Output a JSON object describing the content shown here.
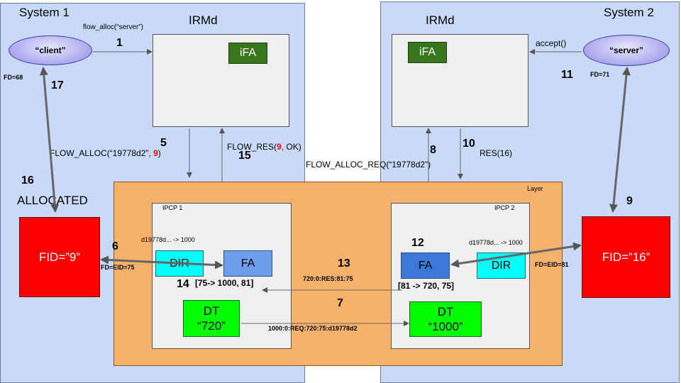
{
  "system1": {
    "title": "System 1"
  },
  "system2": {
    "title": "System 2"
  },
  "irmd_left": {
    "title": "IRMd",
    "ifa": "iFA"
  },
  "irmd_right": {
    "title": "IRMd",
    "ifa": "iFA"
  },
  "client": {
    "label": "“client”",
    "fd": "FD=68"
  },
  "server": {
    "label": "“server”",
    "fd": "FD=71"
  },
  "layer": {
    "label": "Layer"
  },
  "ipcp1": {
    "title": "IPCP 1",
    "dir_mapping": "d19778d... -> 1000",
    "dir": "DIR",
    "fa": "FA",
    "fa_mapping": "[75-> 1000, 81]",
    "dt_line1": "DT",
    "dt_line2": "“720”"
  },
  "ipcp2": {
    "title": "IPCP 2",
    "dir_mapping": "d19778d... -> 1000",
    "dir": "DIR",
    "fa": "FA",
    "fa_mapping": "[81 -> 720, 75]",
    "dt_line1": "DT",
    "dt_line2": "“1000”"
  },
  "fid_left": {
    "label": "FID=”9”",
    "fd_eid": "FD=EID=75",
    "status": "ALLOCATED"
  },
  "fid_right": {
    "label": "FID=”16”",
    "fd_eid": "FD=EID=81"
  },
  "messages": {
    "flow_alloc": "flow_alloc(“server”)",
    "accept": "accept()",
    "flow_alloc_req": "FLOW_ALLOC_REQ(“19778d2”)",
    "flow_alloc_pre": "FLOW_ALLOC(“19778d2”, ",
    "flow_alloc_arg": "9",
    "flow_alloc_post": ")",
    "flow_res_pre": "FLOW_RES(",
    "flow_res_arg": "9",
    "flow_res_post": ", OK)",
    "res": "RES(16)",
    "res_packet": "720:0:RES:81:75",
    "req_packet": "1000:0:REQ:720:75:d19778d2"
  },
  "steps": {
    "s1": "1",
    "s5": "5",
    "s6": "6",
    "s7": "7",
    "s8": "8",
    "s9": "9",
    "s10": "10",
    "s11": "11",
    "s12": "12",
    "s13": "13",
    "s14": "14",
    "s15": "15",
    "s16": "16",
    "s17": "17"
  },
  "colors": {
    "system_bg": "#c9daf8",
    "layer_bg": "#f6b26b",
    "ifa": "#38761d",
    "fid": "#ff0000",
    "dir": "#00ffff",
    "fa": "#6d9eeb",
    "dt": "#00ff00",
    "highlight": "#ff0000"
  }
}
